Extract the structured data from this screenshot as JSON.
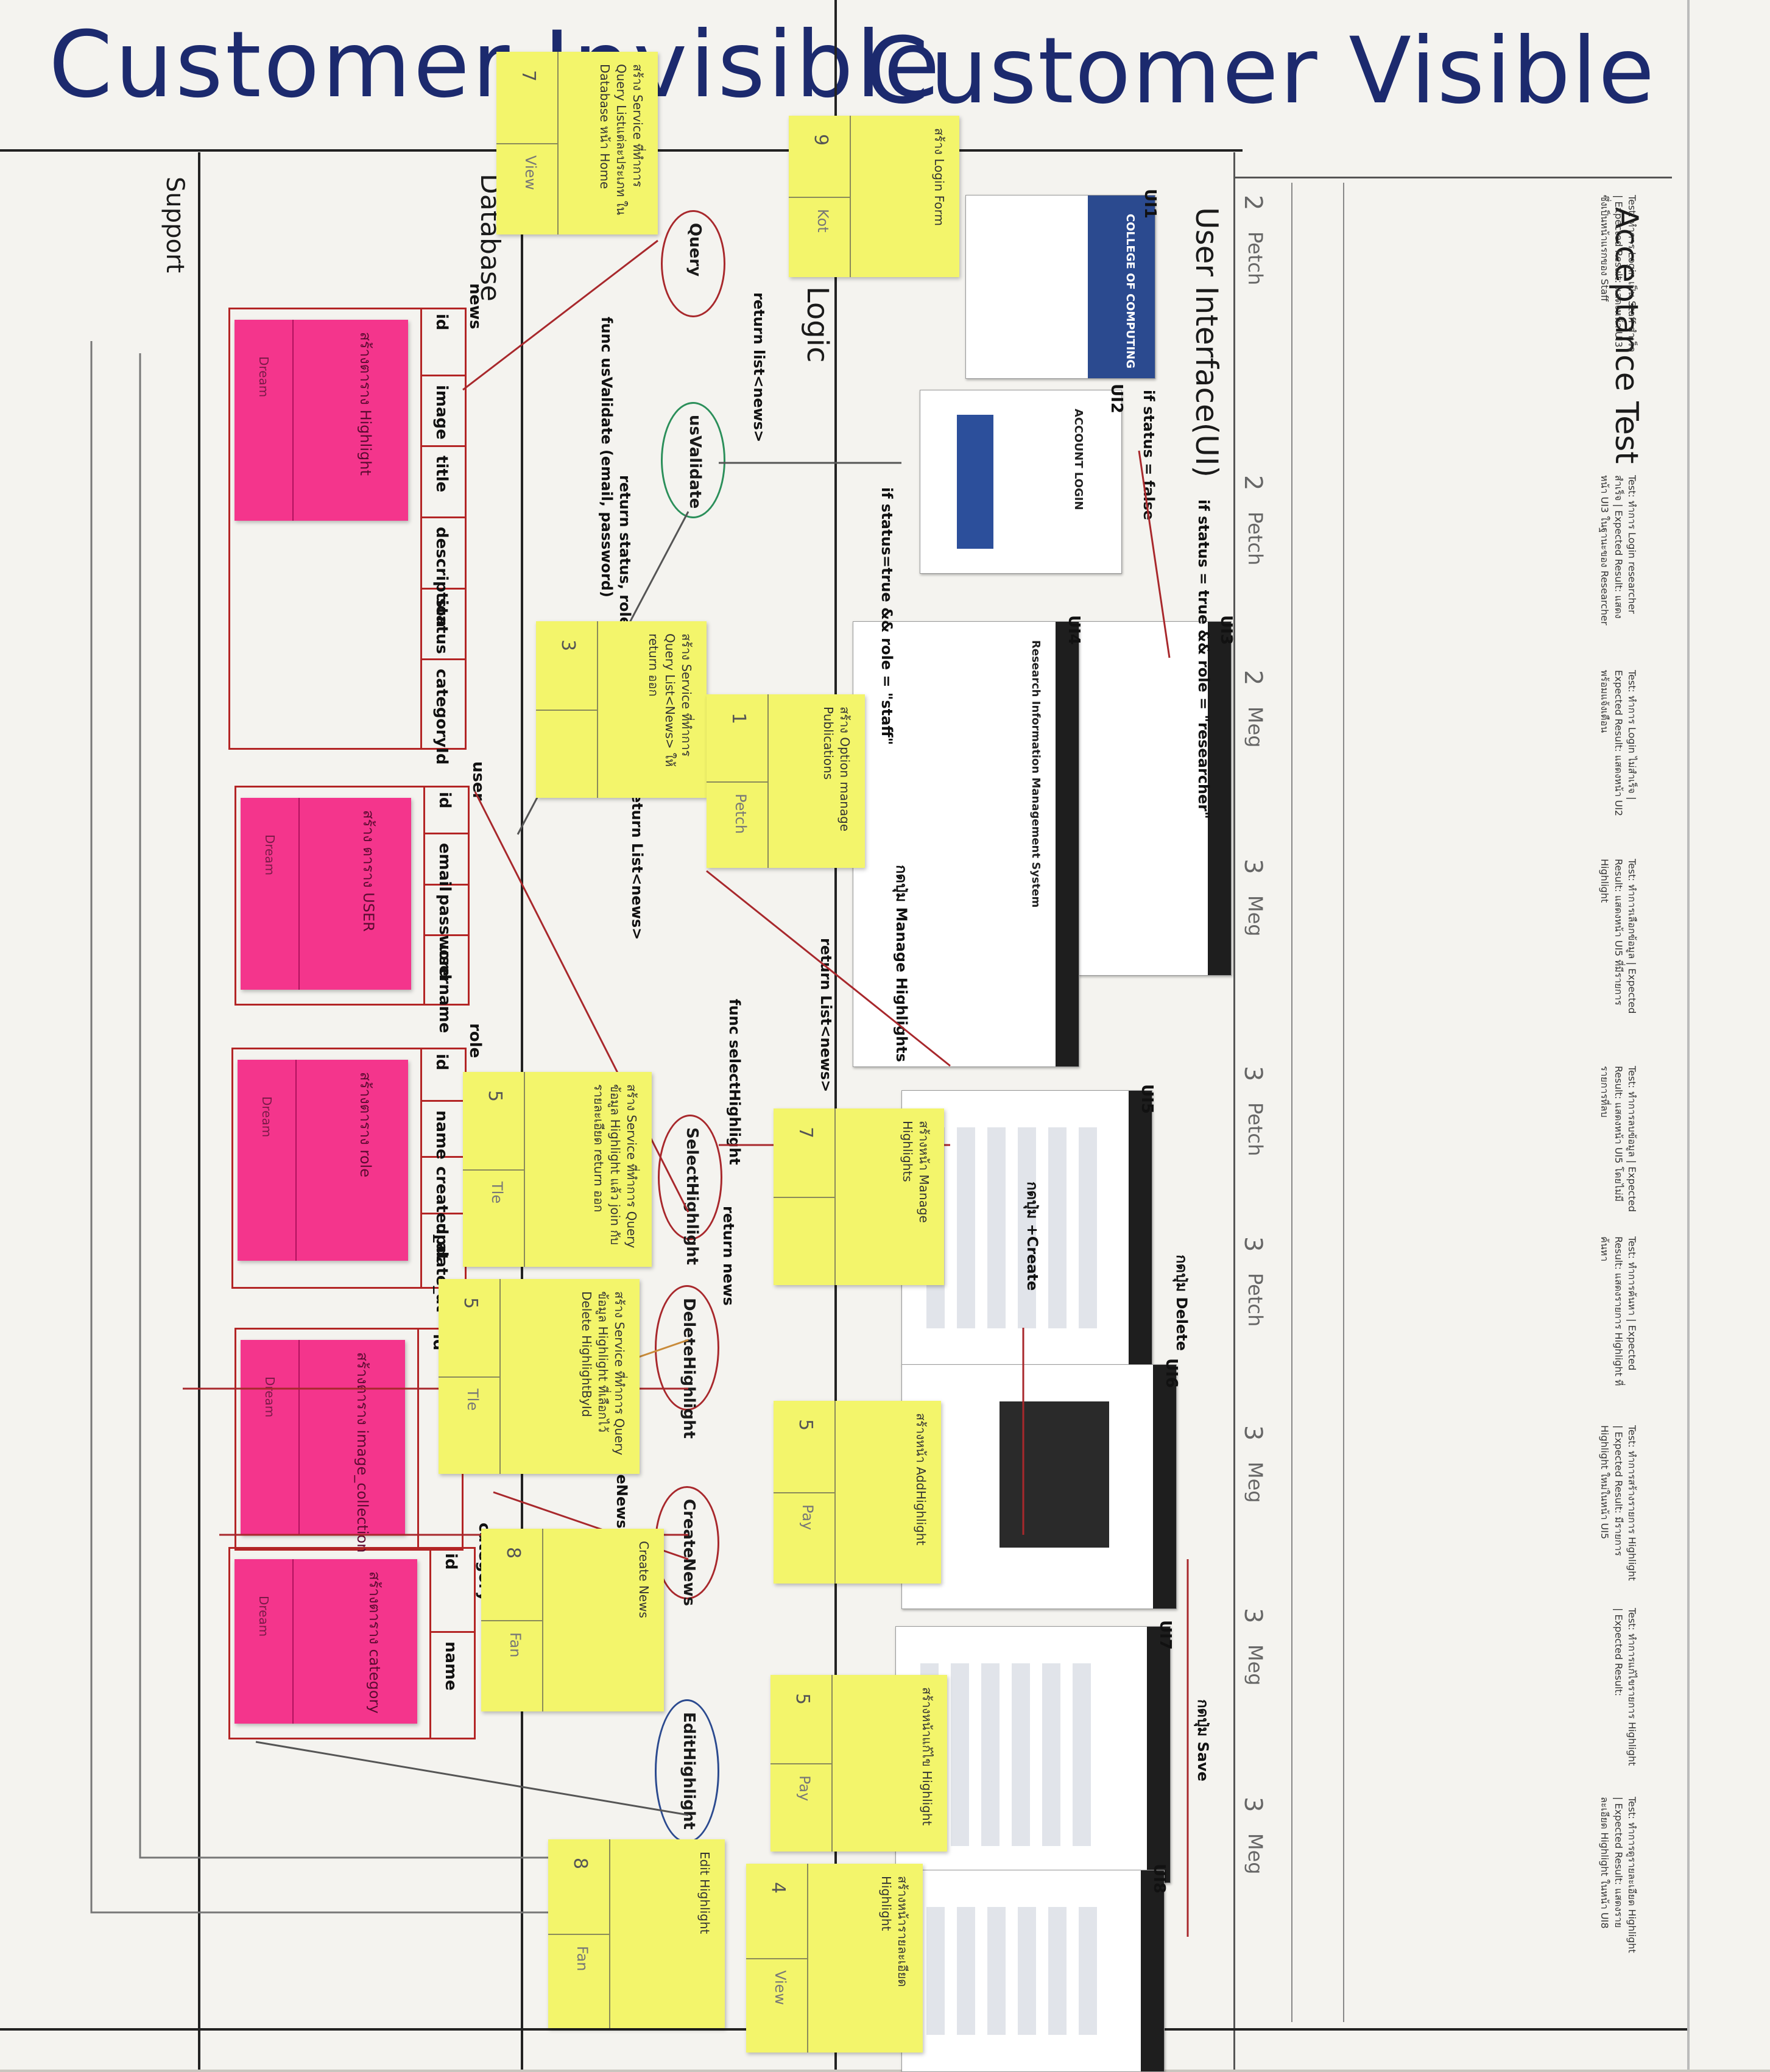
{
  "titles": {
    "internal": "Customer Invisible",
    "visible": "Customer Visible"
  },
  "columns": {
    "support": "Support",
    "database": "Database",
    "logic": "Logic",
    "ui": "User Interface(UI)",
    "acceptance": "Acceptance Test"
  },
  "db_tables": [
    {
      "table": "news",
      "fields": [
        "id",
        "image",
        "title",
        "description",
        "status",
        "categoryId"
      ],
      "sticky": "สร้างตาราง Highlight",
      "owner": "Dream"
    },
    {
      "table": "user",
      "fields": [
        "id",
        "email",
        "password",
        "username"
      ],
      "sticky": "สร้าง ตาราง USER",
      "owner": "Dream"
    },
    {
      "table": "role",
      "fields": [
        "id",
        "name",
        "created_at",
        "update_at"
      ],
      "sticky": "สร้างตาราง role",
      "owner": "Dream"
    },
    {
      "table": "image_collection",
      "fields": [
        "id"
      ],
      "sticky": "สร้างตาราง image_collection",
      "owner": "Dream"
    },
    {
      "table": "category",
      "fields": [
        "id",
        "name"
      ],
      "sticky": "สร้างตาราง category",
      "owner": "Dream"
    }
  ],
  "logic_nodes": [
    "Query",
    "usValidate",
    "SelectHighlight",
    "DeleteHighlight",
    "CreateNews",
    "EditHighlight"
  ],
  "logic_labels": [
    "func usValidate (email, password)",
    "return list<news>",
    "return status, role",
    "return List<news>",
    "func selectHighlight",
    "return news",
    "return List<news>",
    "func CreateNews"
  ],
  "ui_screens": [
    "UI1",
    "UI2",
    "UI3",
    "UI4",
    "UI5",
    "UI6",
    "UI7",
    "UI8"
  ],
  "ui_labels": [
    "if status = false",
    "if status = true && role = \"researcher\"",
    "if status=true && role = \"staff\"",
    "กดปุ่ม Manage Highlights",
    "กดปุ่ม Delete",
    "กดปุ่ม +Create",
    "กดปุ่ม Save"
  ],
  "ui_screen_text": {
    "college": "COLLEGE OF COMPUTING",
    "login": "ACCOUNT LOGIN",
    "rims": "Research Information Management System"
  },
  "stickies_yellow": [
    {
      "points": "7",
      "owner": "View",
      "text": "สร้าง Service ที่ทำการ Query Listแต่ละประเภท ใน Database หน้า Home"
    },
    {
      "points": "9",
      "owner": "Kot",
      "text": "สร้าง Login Form"
    },
    {
      "points": "3",
      "owner": "",
      "text": "สร้าง Service ที่ทำการ Query List<News> ให้ return ออก"
    },
    {
      "points": "1",
      "owner": "Petch",
      "text": "สร้าง Option manage Publications"
    },
    {
      "points": "5",
      "owner": "Tle",
      "text": "สร้าง Service ที่ทำการ Query ข้อมูล Highlight แล้ว join กับรายละเอียด return ออก"
    },
    {
      "points": "7",
      "owner": "",
      "text": "สร้างหน้า Manage Highlights"
    },
    {
      "points": "5",
      "owner": "Tle",
      "text": "สร้าง Service ที่ทำการ Query ข้อมูล Highlight ที่เลือกไว้ Delete HighlightById"
    },
    {
      "points": "5",
      "owner": "Pay",
      "text": "สร้างหน้า AddHighlight"
    },
    {
      "points": "8",
      "owner": "Fan",
      "text": "Create News"
    },
    {
      "points": "5",
      "owner": "Pay",
      "text": "สร้างหน้าแก้ไข Highlight"
    },
    {
      "points": "8",
      "owner": "Fan",
      "text": "Edit Highlight"
    },
    {
      "points": "4",
      "owner": "View",
      "text": "สร้างหน้ารายละเอียด Highlight"
    }
  ],
  "acceptance": [
    {
      "points": "2",
      "owner": "Petch",
      "text": "Test: ทำการ Login เป็น Staff สำเร็จ | Expected Result: แสดงหน้า UI3 ซึ่งเป็นหน้าแรกของ Staff"
    },
    {
      "points": "2",
      "owner": "Petch",
      "text": "Test: ทำการ Login researcher สำเร็จ | Expected Result: แสดงหน้า UI3 ในฐานะของ Researcher"
    },
    {
      "points": "2",
      "owner": "Meg",
      "text": "Test: ทำการ Login ไม่สำเร็จ | Expected Result: แสดงหน้า UI2 พร้อมแจ้งเตือน"
    },
    {
      "points": "3",
      "owner": "Meg",
      "text": "Test: ทำการเลือกข้อมูล | Expected Result: แสดงหน้า UI5 ที่มีรายการ Highlight"
    },
    {
      "points": "3",
      "owner": "Petch",
      "text": "Test: ทำการลบข้อมูล | Expected Result: แสดงหน้า UI5 โดยไม่มีรายการที่ลบ"
    },
    {
      "points": "3",
      "owner": "Petch",
      "text": "Test: ทำการค้นหา | Expected Result: แสดงรายการ Highlight ที่ค้นหา"
    },
    {
      "points": "3",
      "owner": "Meg",
      "text": "Test: ทำการสร้างรายการ Highlight | Expected Result: มีรายการ Highlight ใหม่ในหน้า UI5"
    },
    {
      "points": "3",
      "owner": "Meg",
      "text": "Test: ทำการแก้ไขรายการ Highlight | Expected Result:"
    },
    {
      "points": "3",
      "owner": "Meg",
      "text": "Test: ทำการดูรายละเอียด Highlight | Expected Result: แสดงรายละเอียด Highlight ในหน้า UI8"
    }
  ]
}
